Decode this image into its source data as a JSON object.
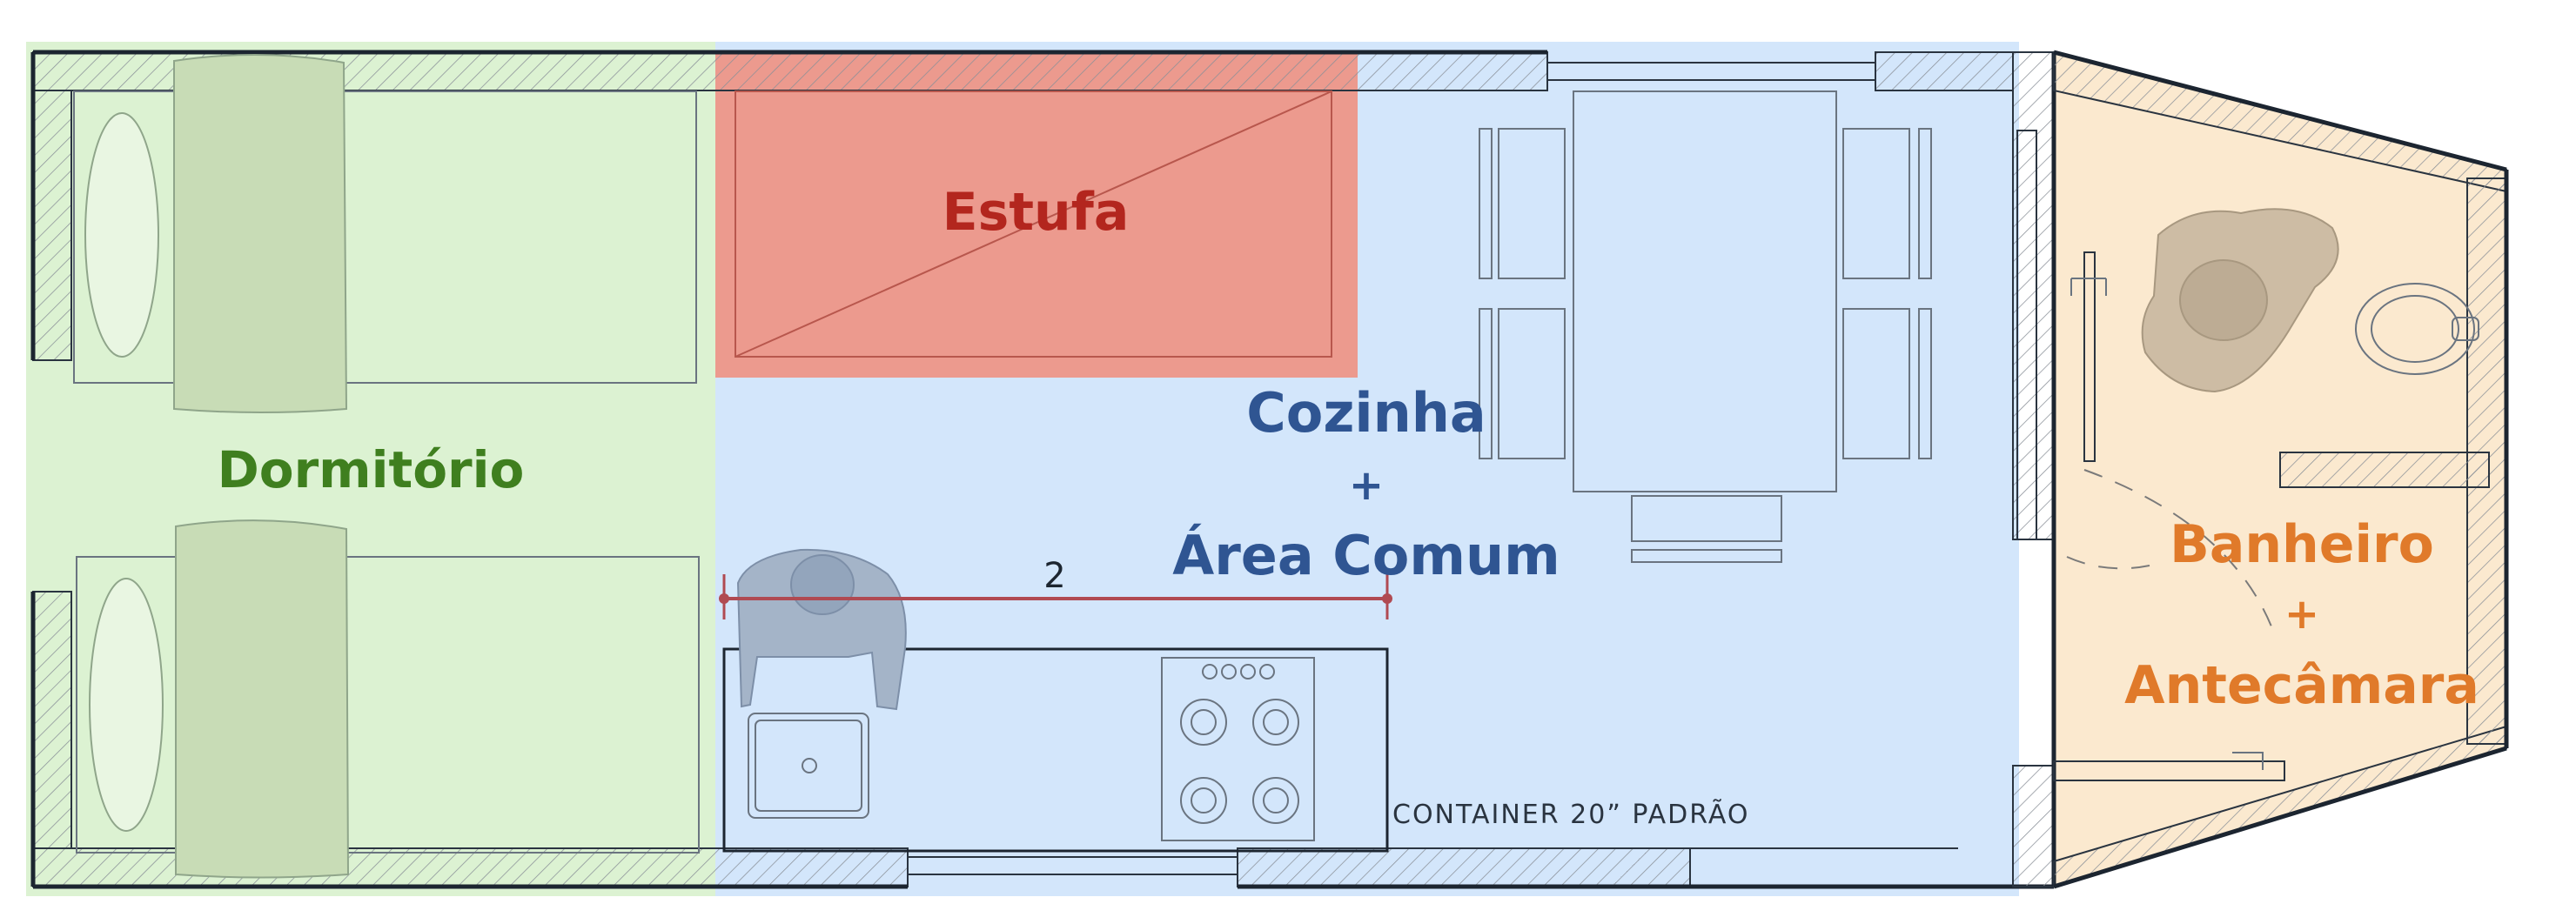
{
  "zones": {
    "dormitorio": {
      "label": "Dormitório",
      "color": "#3f7f1f",
      "fill": "#dcf2d2"
    },
    "estufa": {
      "label": "Estufa",
      "color": "#b3261e",
      "fill": "#ec9a8e"
    },
    "cozinha": {
      "label_line1": "Cozinha",
      "label_plus": "+",
      "label_line2": "Área Comum",
      "color": "#2f5592",
      "fill": "#d3e6fb"
    },
    "banheiro": {
      "label_line1": "Banheiro",
      "label_plus": "+",
      "label_line2": "Antecâmara",
      "color": "#e07a2a",
      "fill": "#fbe9cf"
    }
  },
  "dimension": {
    "value": "2",
    "color": "#b04a52"
  },
  "note": {
    "text": "CONTAINER 20” PADRÃO"
  },
  "icons": [
    "bed-icon",
    "person-icon",
    "sink-icon",
    "stove-icon",
    "table-icon",
    "toilet-icon",
    "shower-icon"
  ]
}
